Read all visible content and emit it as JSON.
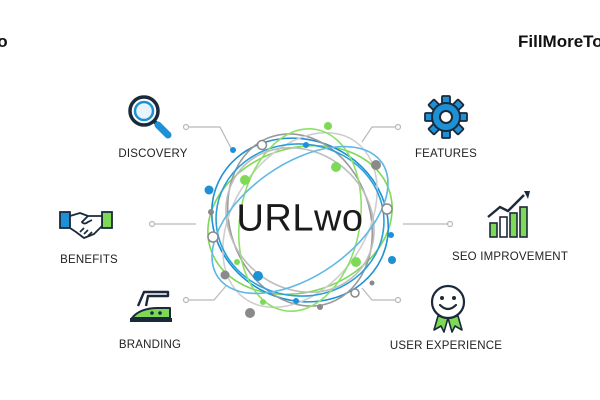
{
  "header": {
    "left_fragment": "wo",
    "right_brand": "FillMoreTow"
  },
  "center": {
    "title": "URLwo"
  },
  "features": [
    {
      "label": "DISCOVERY",
      "icon": "magnifier-icon"
    },
    {
      "label": "FEATURES",
      "icon": "gear-icon"
    },
    {
      "label": "BENEFITS",
      "icon": "handshake-icon"
    },
    {
      "label": "SEO IMPROVEMENT",
      "icon": "growth-chart-icon"
    },
    {
      "label": "BRANDING",
      "icon": "iron-icon"
    },
    {
      "label": "USER EXPERIENCE",
      "icon": "smiley-badge-icon"
    }
  ],
  "colors": {
    "green": "#7ed957",
    "blue": "#1e90d6",
    "gray": "#8a8a8a",
    "dark": "#1a2a3a"
  }
}
